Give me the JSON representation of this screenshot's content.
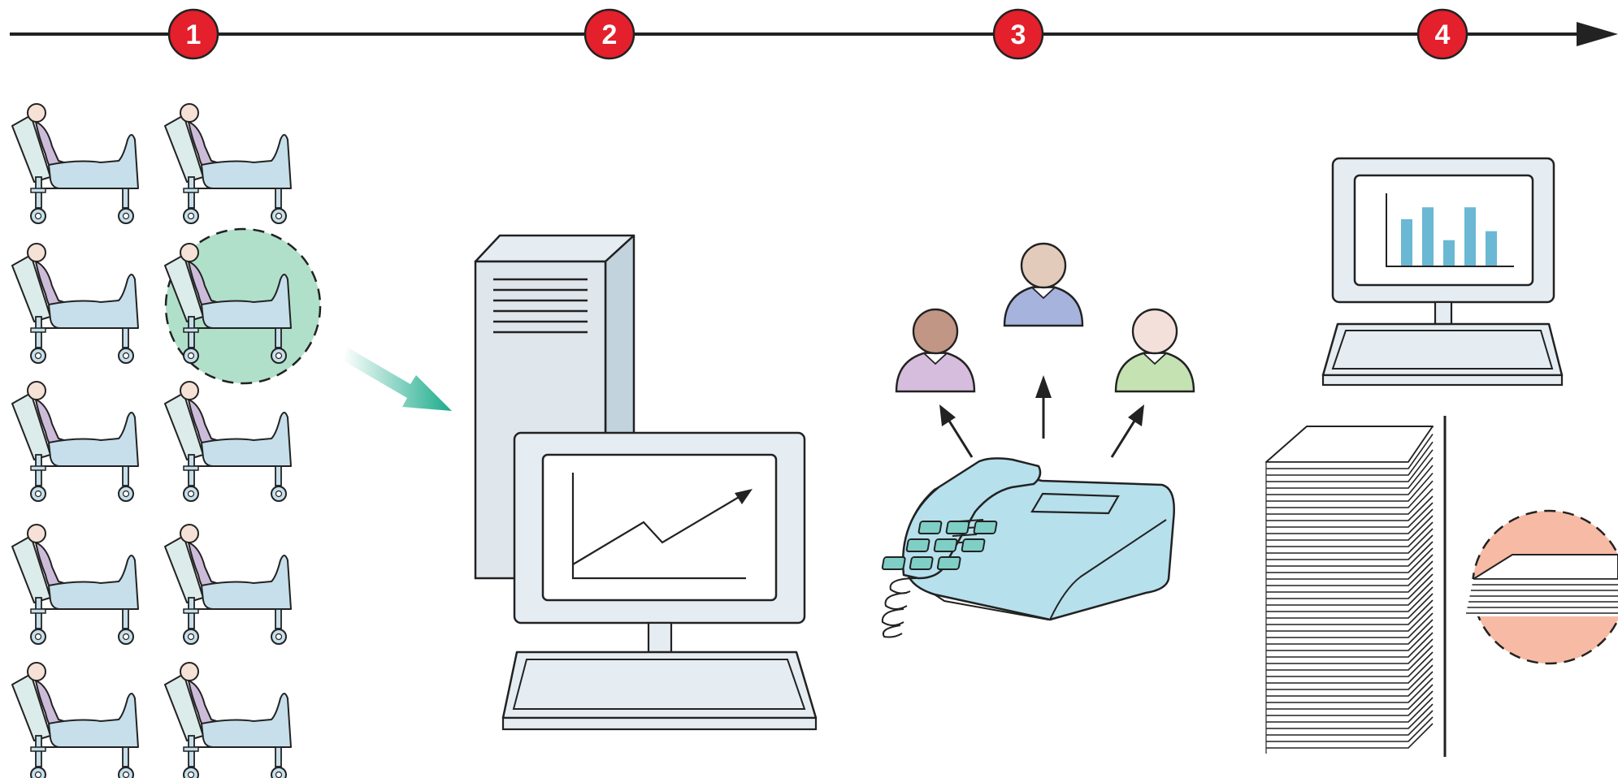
{
  "timeline": {
    "steps": [
      {
        "number": "1"
      },
      {
        "number": "2"
      },
      {
        "number": "3"
      },
      {
        "number": "4"
      }
    ]
  },
  "stage_1": {
    "patient_rows": 5,
    "patient_columns": 2,
    "highlighted_patient": {
      "row": 2,
      "column": 2
    }
  },
  "stage_3": {
    "people": 3
  },
  "stage_4": {
    "chart_bar_levels": [
      0.62,
      0.78,
      0.34,
      0.78,
      0.46
    ]
  },
  "colors": {
    "timeline_line": "#222222",
    "step_badge": "#e3202b",
    "bed": "#c6dfeb",
    "bed_headrest": "#dcecea",
    "patient_gown": "#cdbcd9",
    "skin": "#f6e1d6",
    "highlight_green": "#8fd3b3",
    "arrow_teal": "#1bab8a",
    "computer_body": "#e6edf2",
    "phone": "#b6e0ec",
    "phone_keys": "#7fcfc6",
    "person_left": "#d7bddd",
    "person_center": "#a6b3dd",
    "person_right": "#c4e2b2",
    "bar_chart": "#6ab8d4",
    "highlight_salmon": "#f6b39a"
  },
  "icons": [
    "hospital-bed-icon",
    "computer-icon",
    "telephone-icon",
    "person-icon",
    "paper-stack-icon"
  ]
}
